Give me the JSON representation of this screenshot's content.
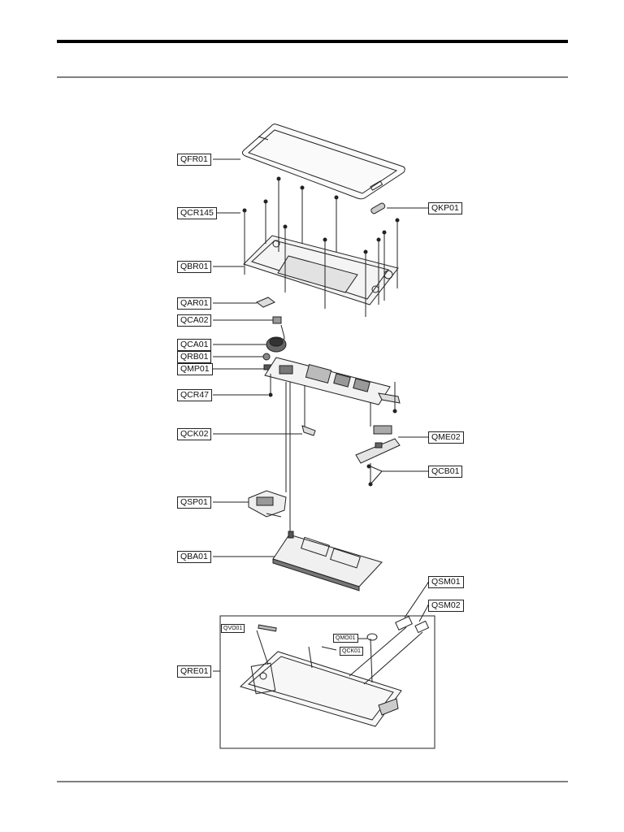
{
  "labels": {
    "qfr01": "QFR01",
    "qcr145": "QCR145",
    "qkp01": "QKP01",
    "qbr01": "QBR01",
    "qar01": "QAR01",
    "qca02": "QCA02",
    "qca01": "QCA01",
    "qrb01": "QRB01",
    "qmp01": "QMP01",
    "qcr47": "QCR47",
    "qck02": "QCK02",
    "qme02": "QME02",
    "qcb01": "QCB01",
    "qsp01": "QSP01",
    "qba01": "QBA01",
    "qsm01": "QSM01",
    "qsm02": "QSM02",
    "qvo01": "QVO01",
    "qmo01": "QMO01",
    "qck01": "QCK01",
    "qre01": "QRE01"
  }
}
